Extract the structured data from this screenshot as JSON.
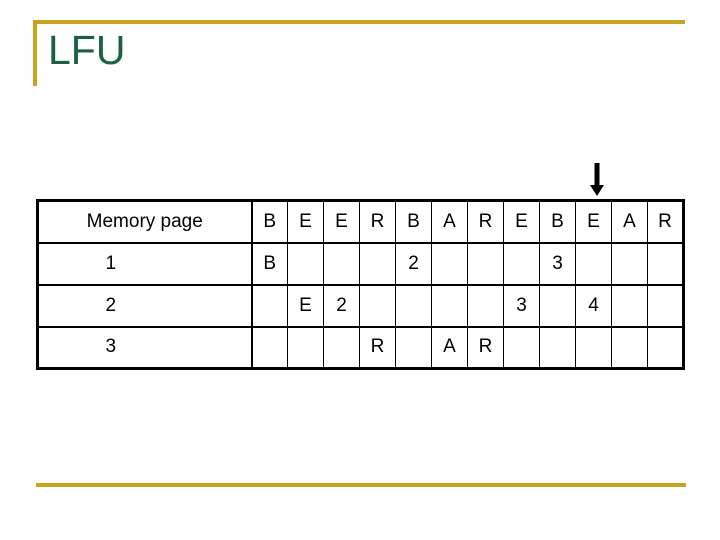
{
  "slide": {
    "title": "LFU",
    "accent_color": "#c8a31e",
    "title_color": "#1a6141"
  },
  "annotation": {
    "arrow_icon": "arrow-down-icon",
    "arrow_target_column_index": 9
  },
  "table": {
    "row_header_label": "Memory page",
    "reference_string_header": [
      "B",
      "E",
      "E",
      "R",
      "B",
      "A",
      "R",
      "E",
      "B",
      "E",
      "A",
      "R"
    ],
    "colors": {
      "page_letter": "#c879dc",
      "frequency_count": "#b01428",
      "header_text": "#000000"
    },
    "rows": [
      {
        "label": "1",
        "cells": [
          "B",
          "",
          "",
          "",
          "2",
          "",
          "",
          "",
          "3",
          "",
          "",
          ""
        ],
        "cell_kinds": [
          "letter",
          "",
          "",
          "",
          "count",
          "",
          "",
          "",
          "count",
          "",
          "",
          ""
        ]
      },
      {
        "label": "2",
        "cells": [
          "",
          "E",
          "2",
          "",
          "",
          "",
          "",
          "3",
          "",
          "4",
          "",
          ""
        ],
        "cell_kinds": [
          "",
          "letter",
          "count",
          "",
          "",
          "",
          "",
          "count",
          "",
          "count",
          "",
          ""
        ]
      },
      {
        "label": "3",
        "cells": [
          "",
          "",
          "",
          "R",
          "",
          "A",
          "R",
          "",
          "",
          "",
          "",
          ""
        ],
        "cell_kinds": [
          "",
          "",
          "",
          "letter",
          "",
          "letter",
          "letter",
          "",
          "",
          "",
          "",
          ""
        ]
      }
    ]
  }
}
